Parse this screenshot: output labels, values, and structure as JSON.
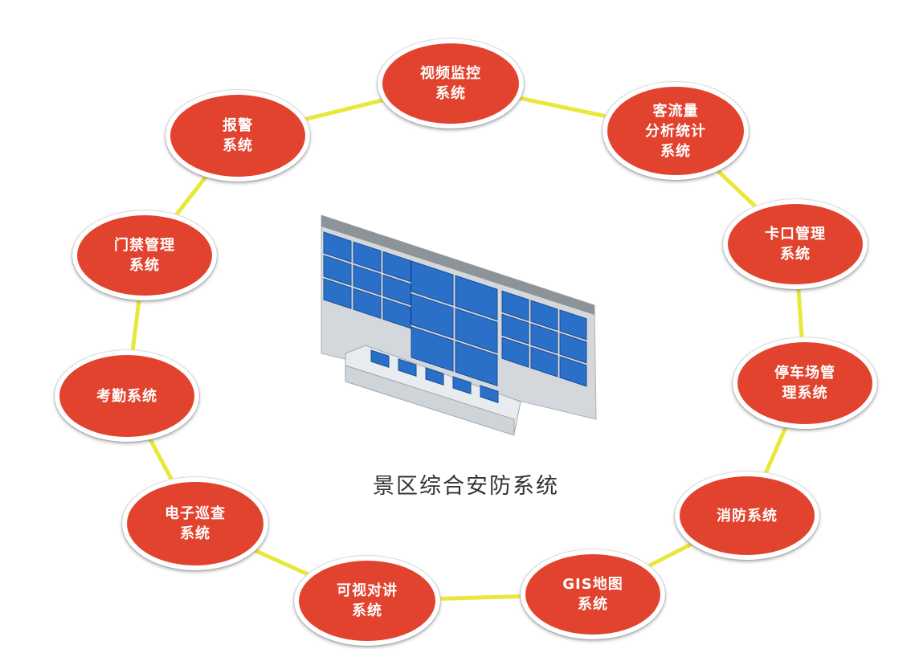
{
  "diagram": {
    "center": {
      "title": "景区综合安防系统"
    },
    "colors": {
      "node_fill": "#e2432e",
      "connector": "#e8e83a",
      "screen": "#2a6fc8"
    },
    "nodes": [
      {
        "id": "video",
        "label": "视频监控\n系统"
      },
      {
        "id": "flow",
        "label": "客流量\n分析统计\n系统"
      },
      {
        "id": "gate",
        "label": "卡口管理\n系统"
      },
      {
        "id": "parking",
        "label": "停车场管\n理系统"
      },
      {
        "id": "fire",
        "label": "消防系统"
      },
      {
        "id": "gis",
        "label": "GIS地图\n系统"
      },
      {
        "id": "intercom",
        "label": "可视对讲\n系统"
      },
      {
        "id": "patrol",
        "label": "电子巡查\n系统"
      },
      {
        "id": "attendance",
        "label": "考勤系统"
      },
      {
        "id": "access",
        "label": "门禁管理\n系统"
      },
      {
        "id": "alarm",
        "label": "报警\n系统"
      }
    ]
  }
}
